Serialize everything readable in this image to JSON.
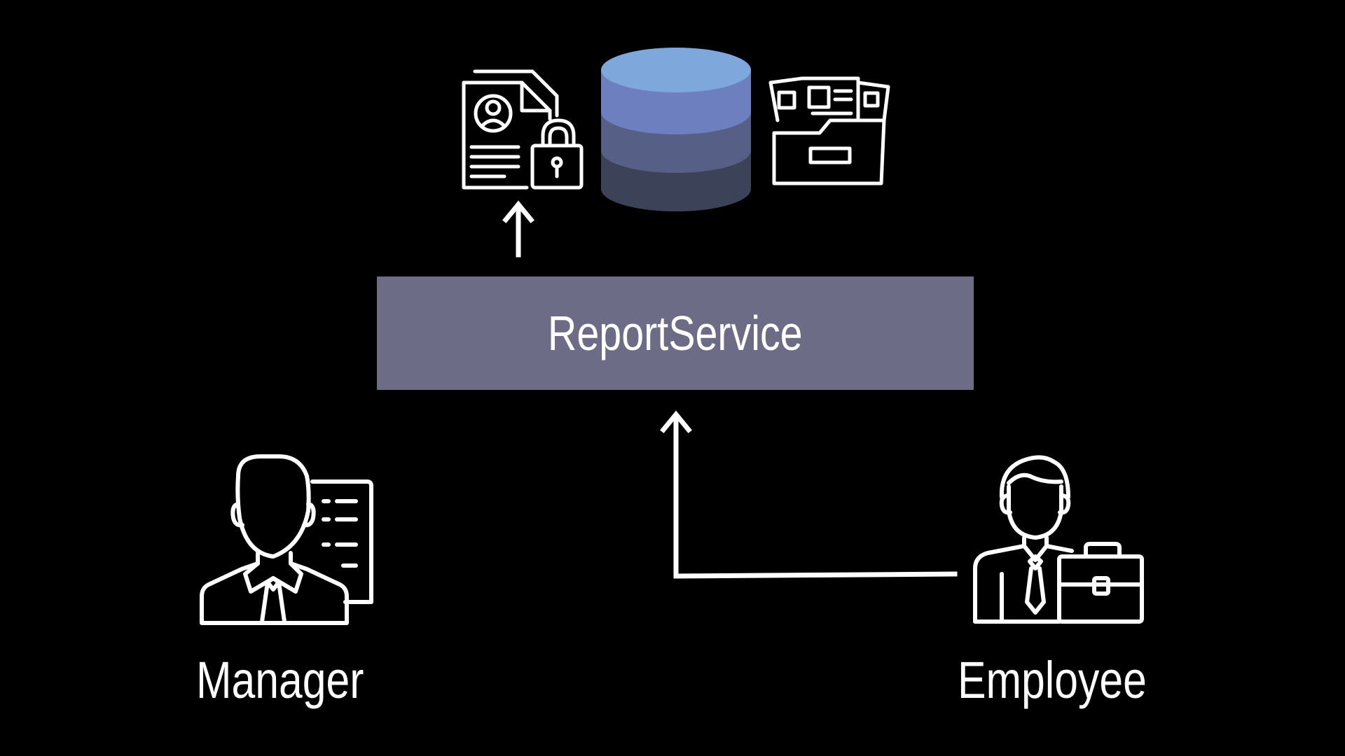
{
  "service": {
    "label": "ReportService",
    "color": "#6c6c87"
  },
  "actors": {
    "manager": {
      "label": "Manager",
      "icon": "manager-icon"
    },
    "employee": {
      "label": "Employee",
      "icon": "employee-icon"
    }
  },
  "data_store": {
    "icons": [
      "secure-document-icon",
      "database-icon",
      "file-folder-icon"
    ],
    "database_colors": [
      "#7ea8dc",
      "#6e7fbf",
      "#565f86",
      "#3c4258"
    ]
  },
  "arrows": [
    {
      "from": "service",
      "to": "secure-document"
    },
    {
      "from": "employee",
      "to": "service"
    }
  ]
}
